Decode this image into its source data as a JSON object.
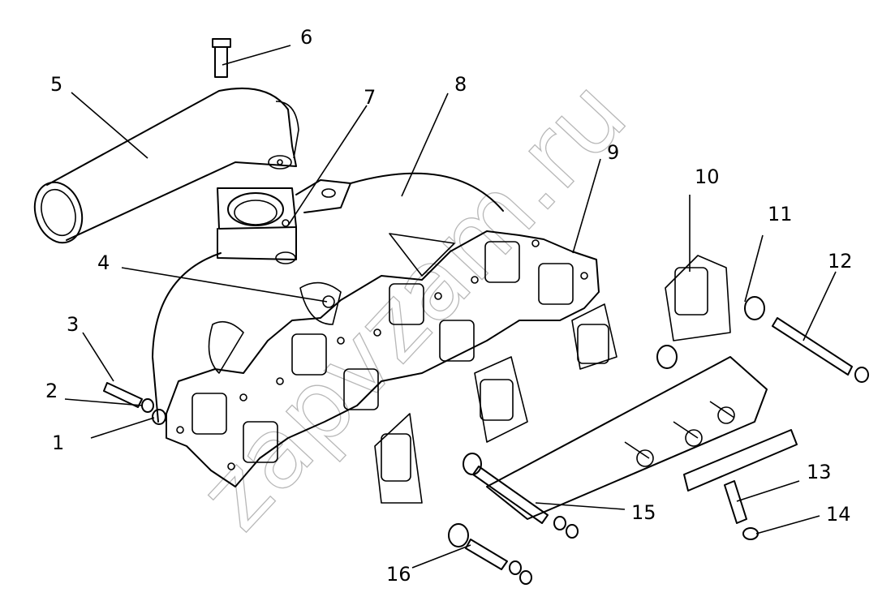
{
  "watermark": "zapvzam.ru",
  "callouts": [
    "1",
    "2",
    "3",
    "4",
    "5",
    "6",
    "7",
    "8",
    "9",
    "10",
    "11",
    "12",
    "13",
    "14",
    "15",
    "16"
  ],
  "colors": {
    "line": "#000000",
    "background": "#ffffff",
    "watermark": "#b8b8b8"
  }
}
